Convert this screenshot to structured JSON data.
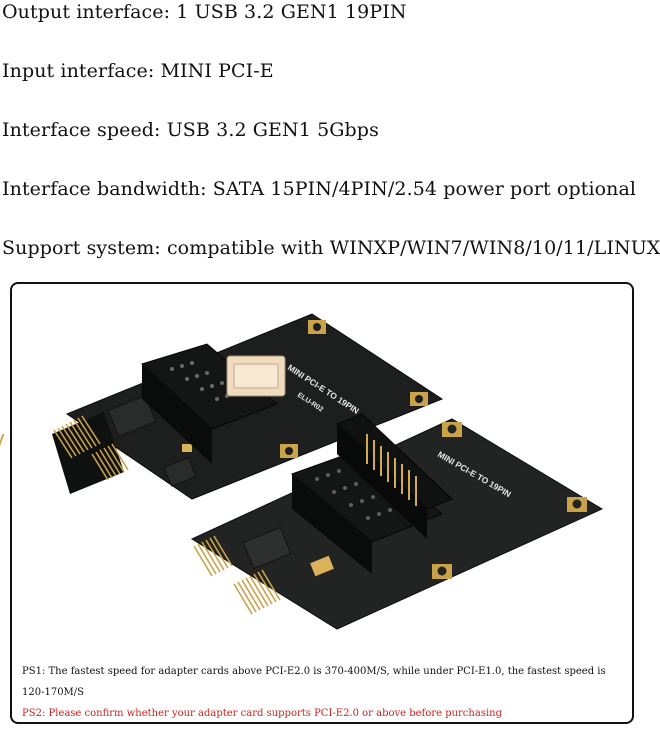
{
  "specs": {
    "output": "Output interface: 1 USB 3.2 GEN1 19PIN",
    "input": "Input interface: MINI PCI-E",
    "speed": "Interface speed: USB 3.2 GEN1 5Gbps",
    "bandwidth": "Interface bandwidth: SATA 15PIN/4PIN/2.54 power port optional",
    "system": "Support system: compatible with WINXP/WIN7/WIN8/10/11/LINUX"
  },
  "photo": {
    "card_back_silkscreen": "MINI PCI-E TO 19PIN",
    "card_back_model": "ELU-R02",
    "card_front_silkscreen": "MINI PCI-E TO 19PIN"
  },
  "notes": {
    "ps1_line1": "PS1: The fastest speed for adapter cards above PCI-E2.0 is 370-400M/S, while under PCI-E1.0, the fastest speed is",
    "ps1_line2": "120-170M/S",
    "ps2": "PS2: Please confirm whether your adapter card supports PCI-E2.0 or above before purchasing"
  },
  "colors": {
    "pcb": "#1d1f1f",
    "gold": "#c9a24a",
    "note_red": "#cc2222"
  }
}
